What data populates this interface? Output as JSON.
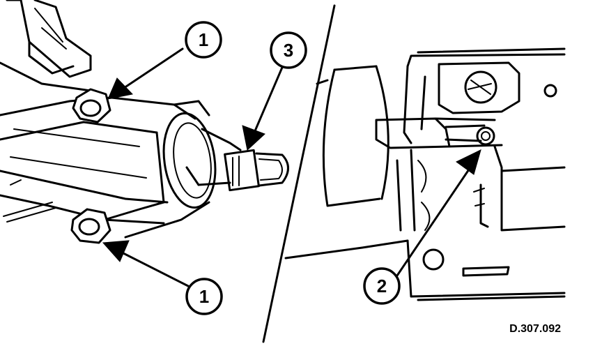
{
  "callouts": {
    "c1_top": "1",
    "c3": "3",
    "c2": "2",
    "c1_bottom": "1"
  },
  "reference": "D.307.092"
}
